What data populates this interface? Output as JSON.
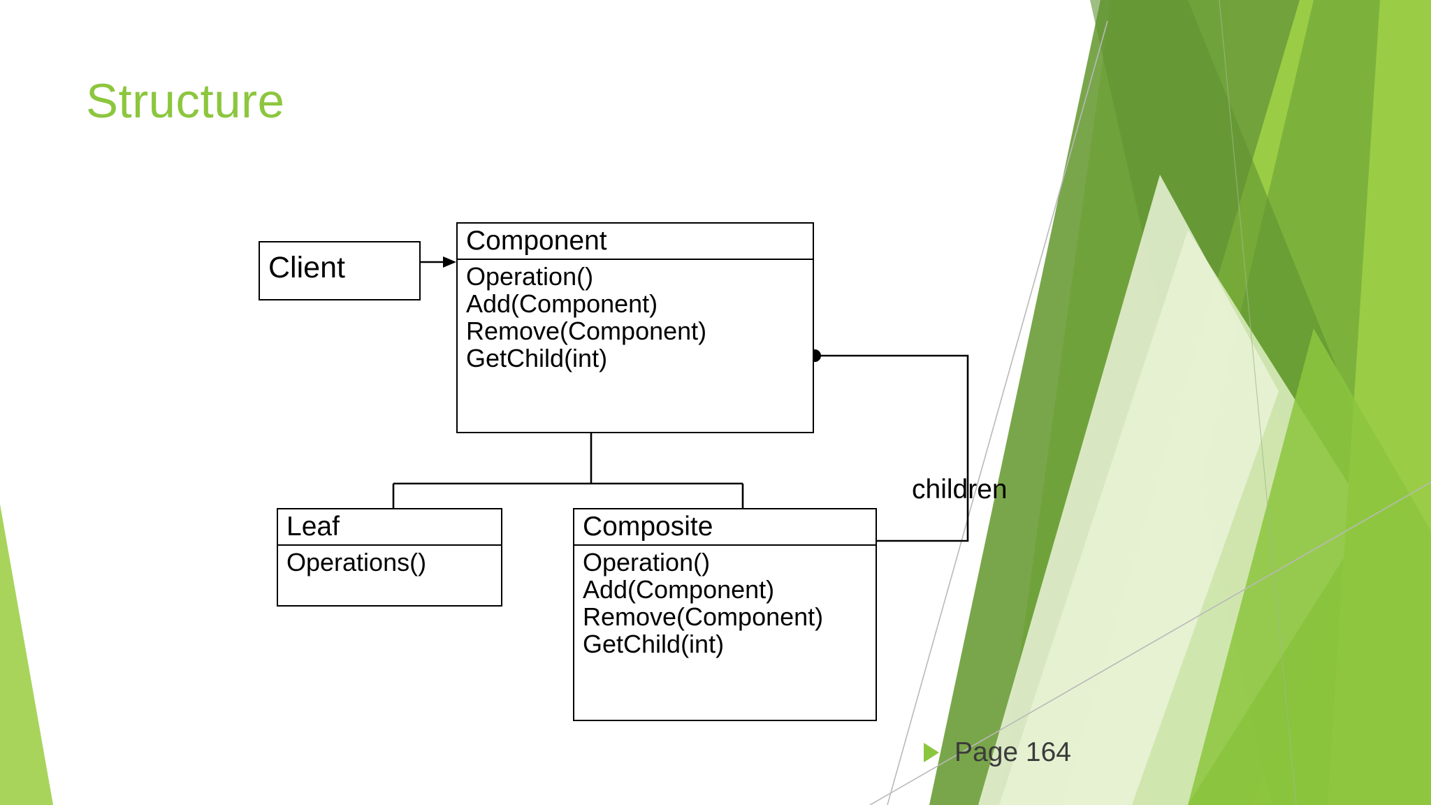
{
  "slide": {
    "title": "Structure",
    "title_color": "#8CC63E",
    "background_color": "#FFFFFF"
  },
  "diagram": {
    "type": "uml-class-diagram",
    "boxes": [
      {
        "id": "client",
        "name": "Client",
        "methods": []
      },
      {
        "id": "component",
        "name": "Component",
        "methods": [
          "Operation()",
          "Add(Component)",
          "Remove(Component)",
          "GetChild(int)"
        ]
      },
      {
        "id": "leaf",
        "name": "Leaf",
        "methods": [
          "Operations()"
        ]
      },
      {
        "id": "composite",
        "name": "Composite",
        "methods": [
          "Operation()",
          "Add(Component)",
          "Remove(Component)",
          "GetChild(int)"
        ]
      }
    ],
    "labels": {
      "children": "children"
    },
    "connectors": [
      {
        "from": "client",
        "to": "component",
        "kind": "association-arrow"
      },
      {
        "from": "component",
        "to": "leaf",
        "kind": "generalization"
      },
      {
        "from": "component",
        "to": "composite",
        "kind": "generalization"
      },
      {
        "from": "component",
        "to": "composite",
        "kind": "aggregation",
        "label": "children"
      }
    ],
    "line_color": "#000000"
  },
  "footer": {
    "bullet_icon": "triangle-right-icon",
    "bullet_color": "#8CC63E",
    "text": "Page 164"
  },
  "decoration": {
    "palette": [
      "#7FAF4B",
      "#5F9331",
      "#8CC63E",
      "#9ACD45",
      "#A8D45C",
      "#D7E9B8",
      "#EAF3D8",
      "#B5D98B"
    ]
  }
}
